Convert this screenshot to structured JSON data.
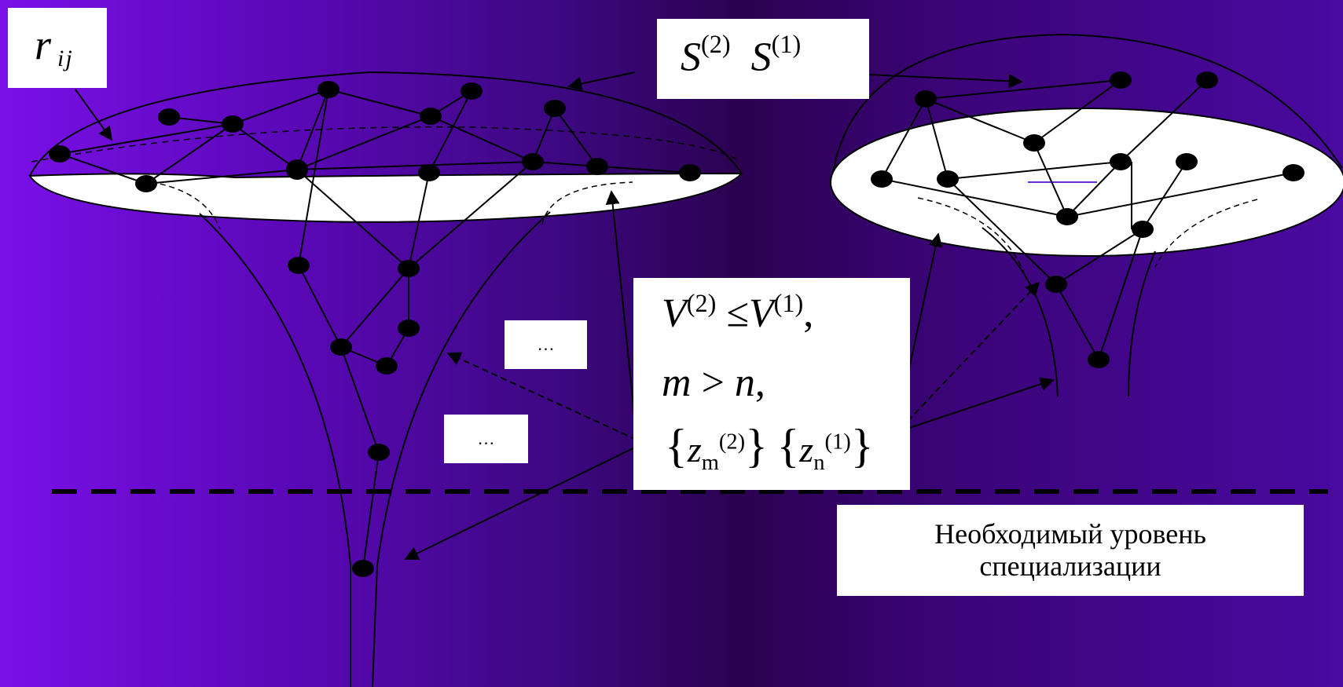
{
  "labels": {
    "r_base": "r",
    "r_sub": "ij",
    "S_set": {
      "s2_base": "S",
      "s2_sup": "(2)",
      "s1_base": "S",
      "s1_sup": "(1)"
    },
    "conditions": {
      "v2_base": "V",
      "v2_sup": "(2)",
      "le": "≤",
      "v1_base": "V",
      "v1_sup": "(1)",
      "comma1": ",",
      "m": "m",
      "gt": ">",
      "n": "n",
      "comma2": ",",
      "brace_open": "{",
      "brace_close": "}",
      "z": "z",
      "zm_sub": "m",
      "zm_sup": "(2)",
      "zn_sub": "n",
      "zn_sup": "(1)"
    },
    "ellipsis_1": "…",
    "ellipsis_2": "…",
    "level_line1": "Необходимый уровень",
    "level_line2": "специализации"
  },
  "colors": {
    "background_left": "#7a10e8",
    "background_mid": "#2a0250",
    "background_right": "#4a09a0",
    "line": "#000000",
    "box": "#ffffff",
    "accent_mark": "#6a2bd0"
  }
}
